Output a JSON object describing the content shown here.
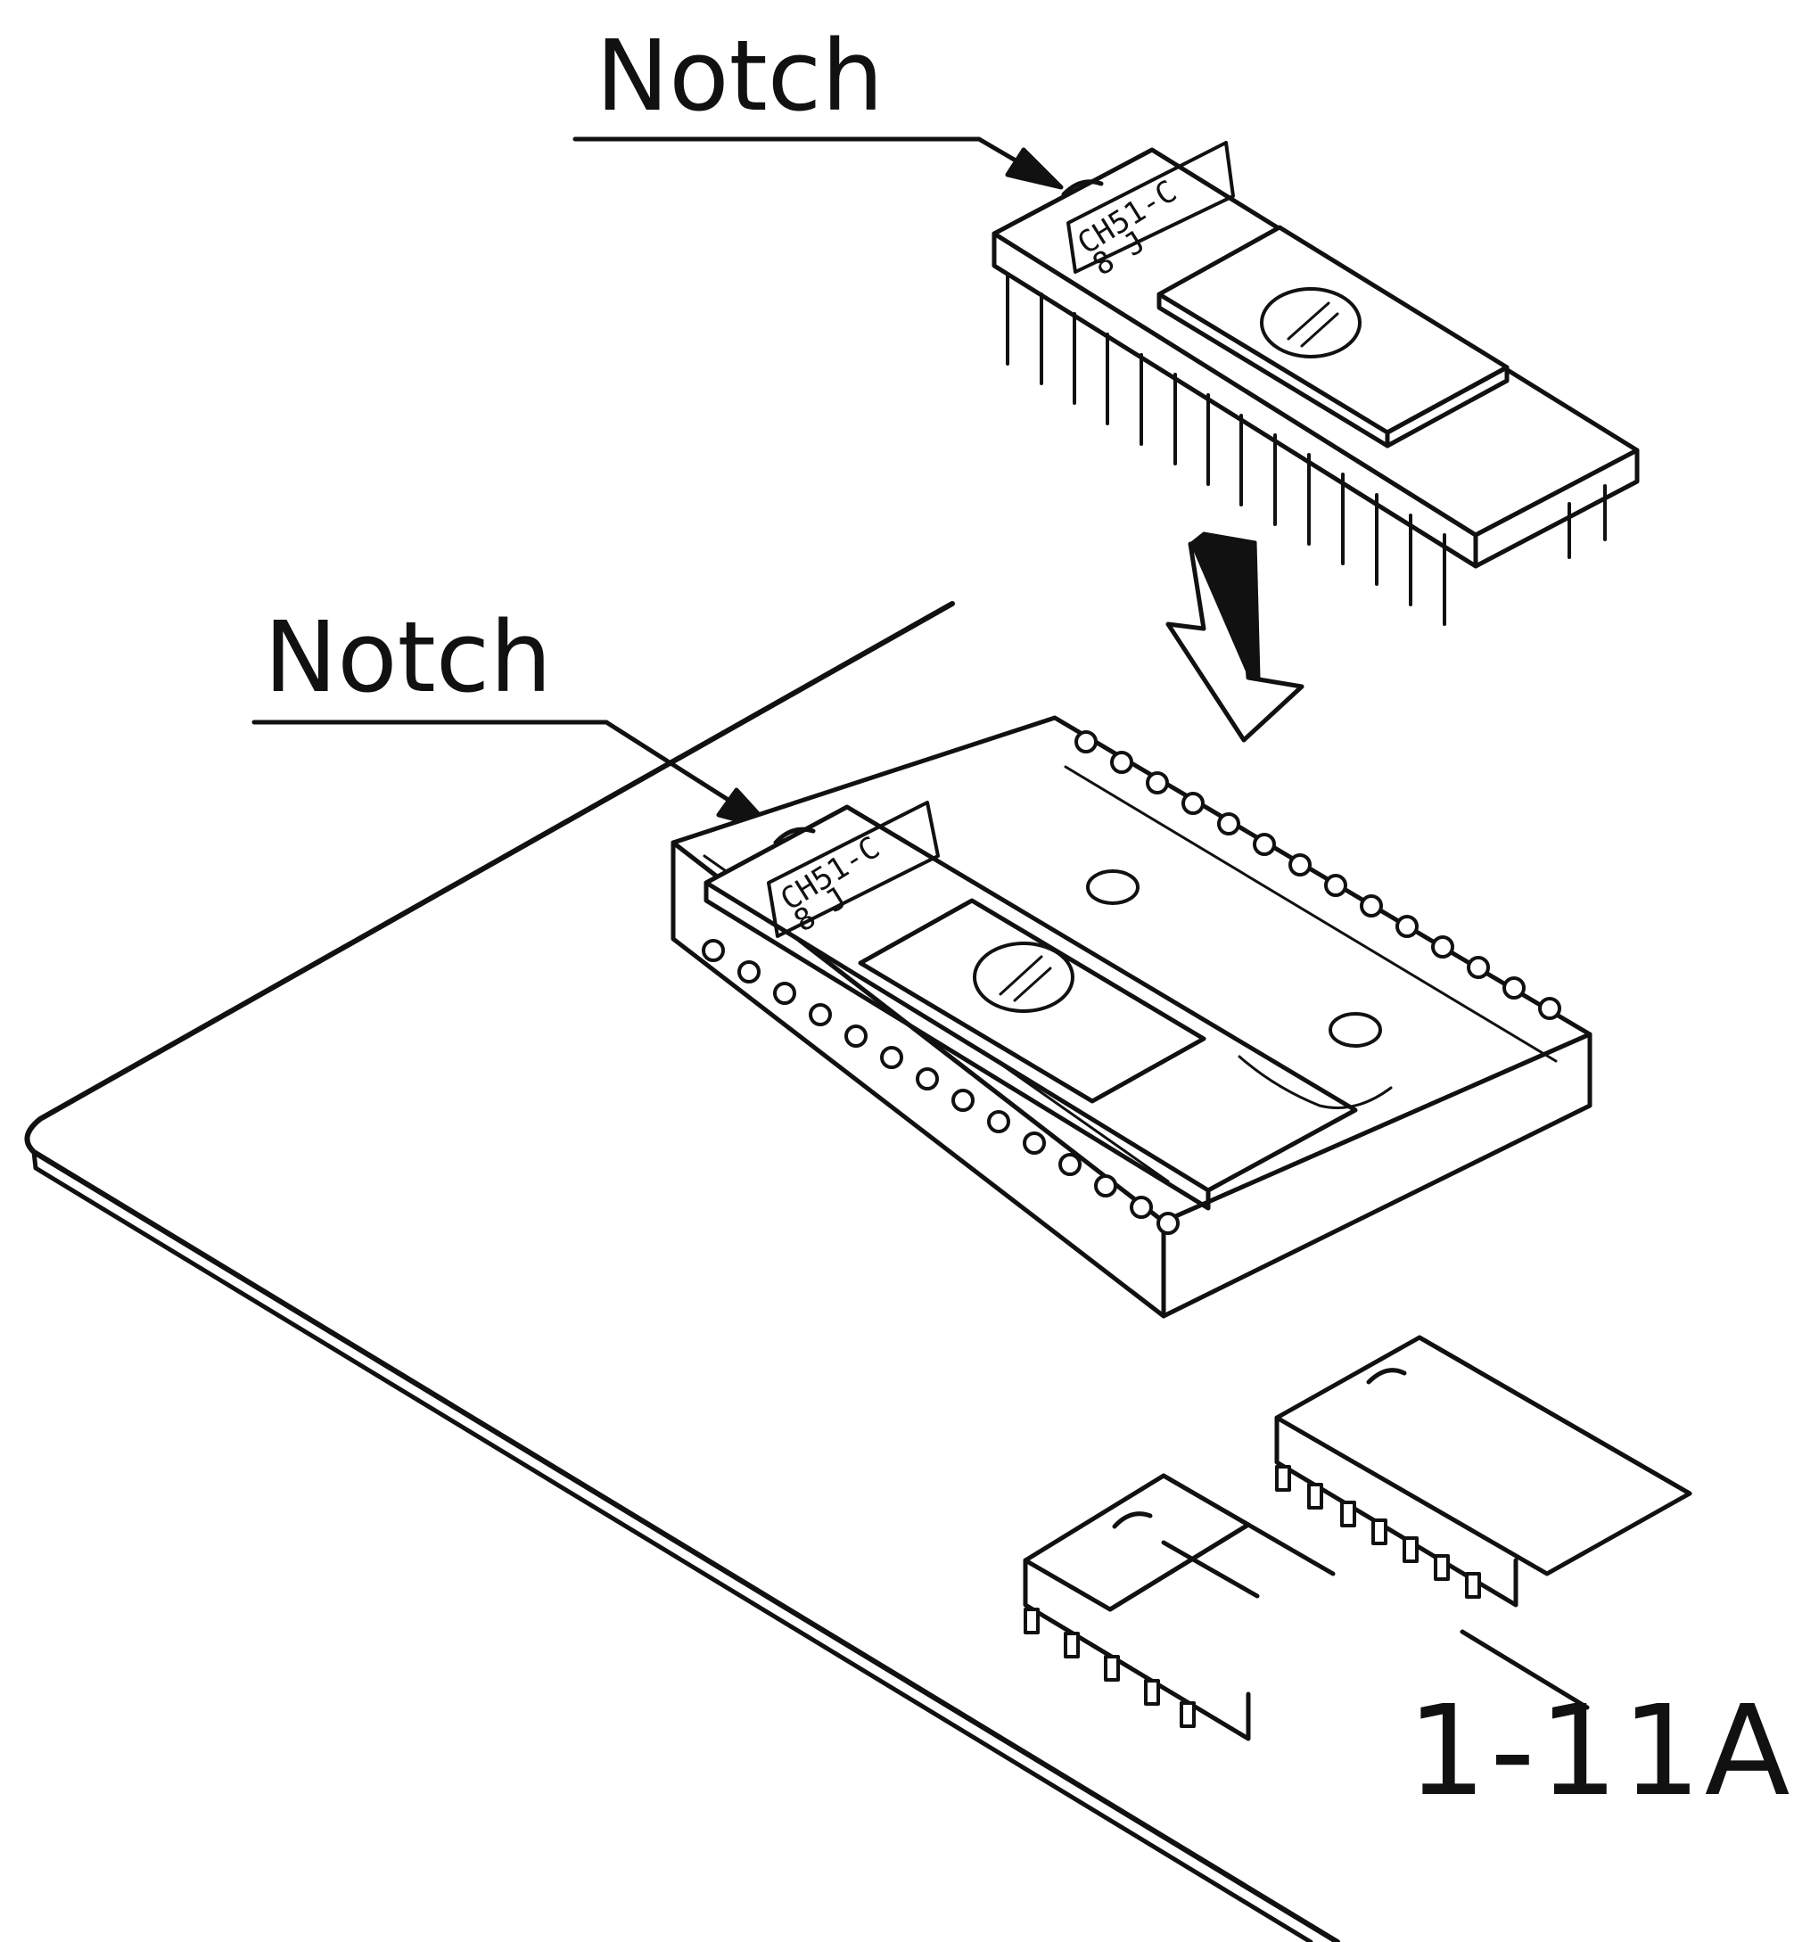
{
  "labels": {
    "notch_top": "Notch",
    "notch_socket": "Notch",
    "figure_number": "1-11A"
  },
  "chips": {
    "top_chip_label_line1": "CH51-C",
    "top_chip_label_line2": "8 J",
    "socket_chip_label_line1": "CH51-C",
    "socket_chip_label_line2": "8 J"
  },
  "colors": {
    "ink": "#111111",
    "paper": "#ffffff",
    "shade": "#e6e6e6"
  }
}
